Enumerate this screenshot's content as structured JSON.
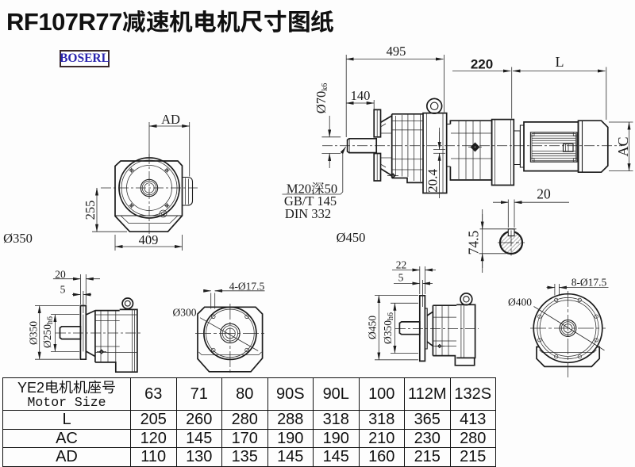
{
  "page": {
    "title": "RF107R77减速机电机尺寸图纸",
    "logo": "BOSERL"
  },
  "drawing": {
    "front_view": {
      "width_label": "AD",
      "height_to_center": "255",
      "base_width": "409",
      "housing_dia": "Ø350"
    },
    "side_view": {
      "total_length": "495",
      "shaft_length": "140",
      "shaft_dia": "Ø70",
      "shaft_dia_tol": "k6",
      "center_hole": "M20深50",
      "center_hole_std": "GB/T 145",
      "center_hole_din": "DIN 332",
      "flange_dia": "Ø450",
      "adapter_length": "220",
      "motor_length": "L",
      "motor_dia": "AC",
      "key_height": "20.4"
    },
    "key_section": {
      "key_width": "20",
      "key_depth": "74.5"
    },
    "flange_small_side": {
      "flange_thickness": "20",
      "spigot_depth": "5",
      "flange_dia": "Ø350",
      "spigot_dia": "Ø250",
      "spigot_tol": "h6"
    },
    "flange_small_front": {
      "bolt_circle_dia": "Ø300",
      "bolt_holes": "4-Ø17.5"
    },
    "flange_large_side": {
      "flange_thickness": "22",
      "spigot_depth": "5",
      "flange_dia": "Ø450",
      "spigot_dia": "Ø350",
      "spigot_tol": "h6"
    },
    "flange_large_front": {
      "bolt_circle_dia": "Ø400",
      "bolt_holes": "8-Ø17.5"
    }
  },
  "table": {
    "header_cn": "YE2电机机座号",
    "header_en": "Motor Size",
    "columns": [
      "63",
      "71",
      "80",
      "90S",
      "90L",
      "100",
      "112M",
      "132S"
    ],
    "rows": [
      {
        "label": "L",
        "values": [
          "205",
          "260",
          "280",
          "288",
          "318",
          "318",
          "365",
          "413"
        ]
      },
      {
        "label": "AC",
        "values": [
          "120",
          "145",
          "170",
          "190",
          "190",
          "210",
          "230",
          "280"
        ]
      },
      {
        "label": "AD",
        "values": [
          "110",
          "130",
          "135",
          "145",
          "145",
          "160",
          "215",
          "215"
        ]
      }
    ]
  }
}
